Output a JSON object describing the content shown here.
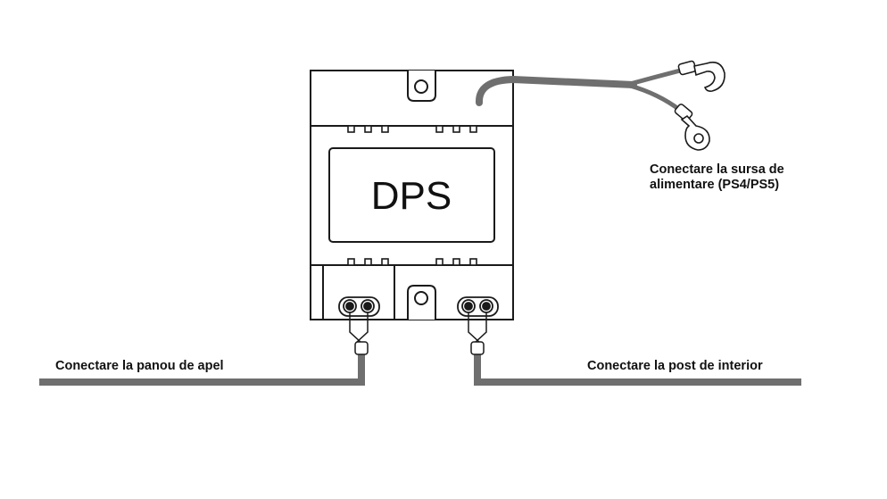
{
  "device": {
    "label": "DPS"
  },
  "labels": {
    "power_line1": "Conectare la sursa de",
    "power_line2": "alimentare (PS4/PS5)",
    "panel": "Conectare la panou de apel",
    "post": "Conectare la post de interior"
  },
  "colors": {
    "cable": "#6f6f6f",
    "outline": "#1a1a1a",
    "background": "#ffffff"
  }
}
